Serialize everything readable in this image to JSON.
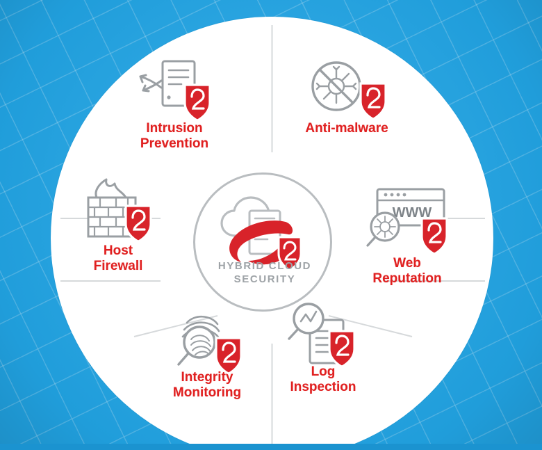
{
  "meta": {
    "title": "Hybrid Cloud Security capability wheel",
    "background_color": "#22a7e8",
    "disc_color": "#ffffff",
    "label_color": "#e02020",
    "hub_label_color": "#9ea3a7",
    "icon_gray": "#9a9fa3",
    "shield_red": "#d8232a"
  },
  "hub": {
    "label_line1": "HYBRID CLOUD",
    "label_line2": "SECURITY",
    "icon": "cloud-server-shield-icon"
  },
  "nodes": [
    {
      "id": "intrusion-prevention",
      "label": "Intrusion\nPrevention",
      "icon": "document-intrusion-shield-icon",
      "position": "top-left"
    },
    {
      "id": "anti-malware",
      "label": "Anti-malware",
      "icon": "no-bug-shield-icon",
      "position": "top-right"
    },
    {
      "id": "host-firewall",
      "label": "Host\nFirewall",
      "icon": "brick-wall-flame-shield-icon",
      "position": "left"
    },
    {
      "id": "web-reputation",
      "label": "Web\nReputation",
      "icon": "browser-www-magnifier-shield-icon",
      "position": "right",
      "browser_text": "WWW"
    },
    {
      "id": "integrity-monitoring",
      "label": "Integrity\nMonitoring",
      "icon": "fingerprint-magnifier-shield-icon",
      "position": "bottom-left"
    },
    {
      "id": "log-inspection",
      "label": "Log\nInspection",
      "icon": "log-chart-magnifier-shield-icon",
      "position": "bottom-right"
    }
  ]
}
